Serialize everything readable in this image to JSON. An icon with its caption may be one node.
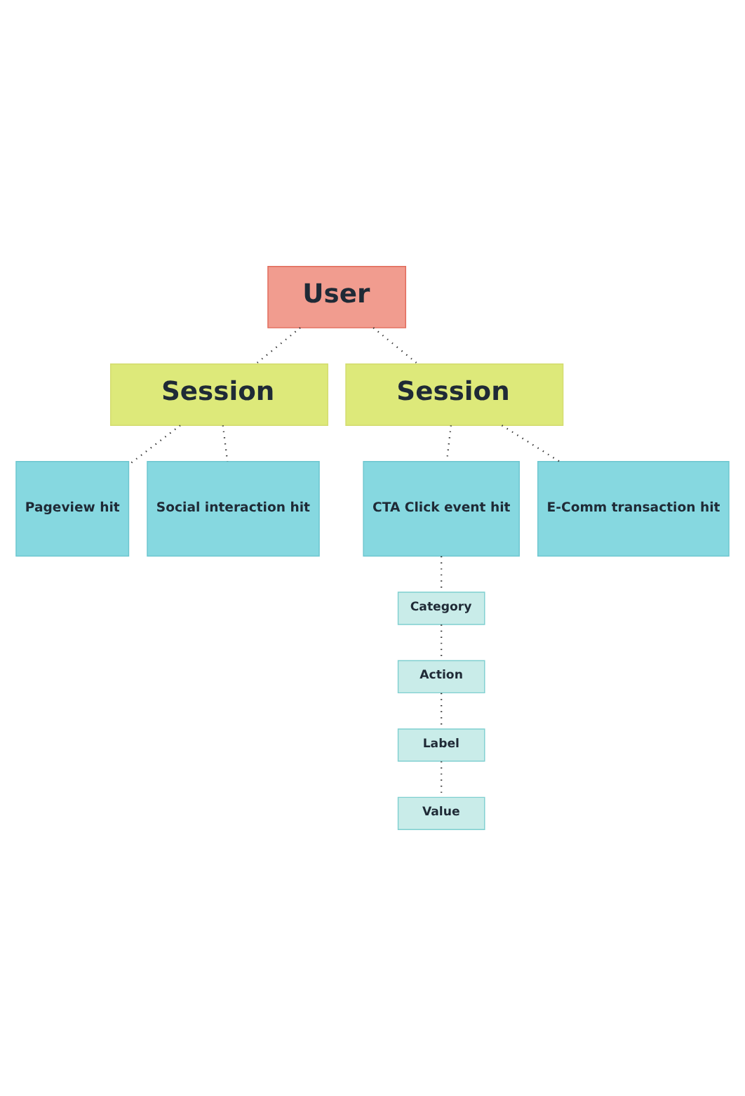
{
  "diagram": {
    "nodes": [
      {
        "text": [
          "User"
        ]
      },
      {
        "text": [
          "Session"
        ]
      },
      {
        "text": [
          "Session"
        ]
      },
      {
        "text": [
          "Pageview hit"
        ]
      },
      {
        "text": [
          "Social interaction hit"
        ]
      },
      {
        "text": [
          "CTA Click event hit"
        ]
      },
      {
        "text": [
          "E-Comm transaction hit"
        ]
      },
      {
        "text": [
          "Category"
        ]
      },
      {
        "text": [
          "Action"
        ]
      },
      {
        "text": [
          "Label"
        ]
      },
      {
        "text": [
          "Value"
        ]
      }
    ],
    "edges": [
      {
        "from": 0,
        "to": 1,
        "arrow": "none"
      },
      {
        "from": 0,
        "to": 2,
        "arrow": "none"
      },
      {
        "from": 1,
        "to": 3,
        "arrow": "none"
      },
      {
        "from": 1,
        "to": 4,
        "arrow": "none"
      },
      {
        "from": 2,
        "to": 5,
        "arrow": "none"
      },
      {
        "from": 2,
        "to": 6,
        "arrow": "none"
      },
      {
        "from": 5,
        "to": 7,
        "arrow": "none"
      },
      {
        "from": 7,
        "to": 8,
        "arrow": "none"
      },
      {
        "from": 8,
        "to": 9,
        "arrow": "none"
      },
      {
        "from": 9,
        "to": 10,
        "arrow": "none"
      }
    ]
  }
}
